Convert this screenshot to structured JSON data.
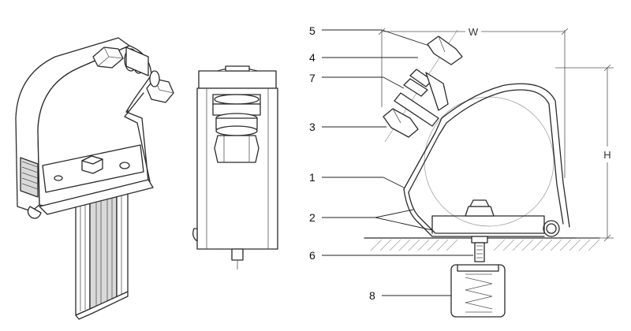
{
  "callouts": [
    {
      "id": "5",
      "text": "5"
    },
    {
      "id": "4",
      "text": "4"
    },
    {
      "id": "7",
      "text": "7"
    },
    {
      "id": "3",
      "text": "3"
    },
    {
      "id": "1",
      "text": "1"
    },
    {
      "id": "2",
      "text": "2"
    },
    {
      "id": "6",
      "text": "6"
    },
    {
      "id": "8",
      "text": "8"
    }
  ],
  "dimensions": {
    "width": "W",
    "height": "H"
  },
  "colors": {
    "line": "#2a2a2a",
    "shade": "#d9d9d9",
    "background": "#ffffff"
  }
}
